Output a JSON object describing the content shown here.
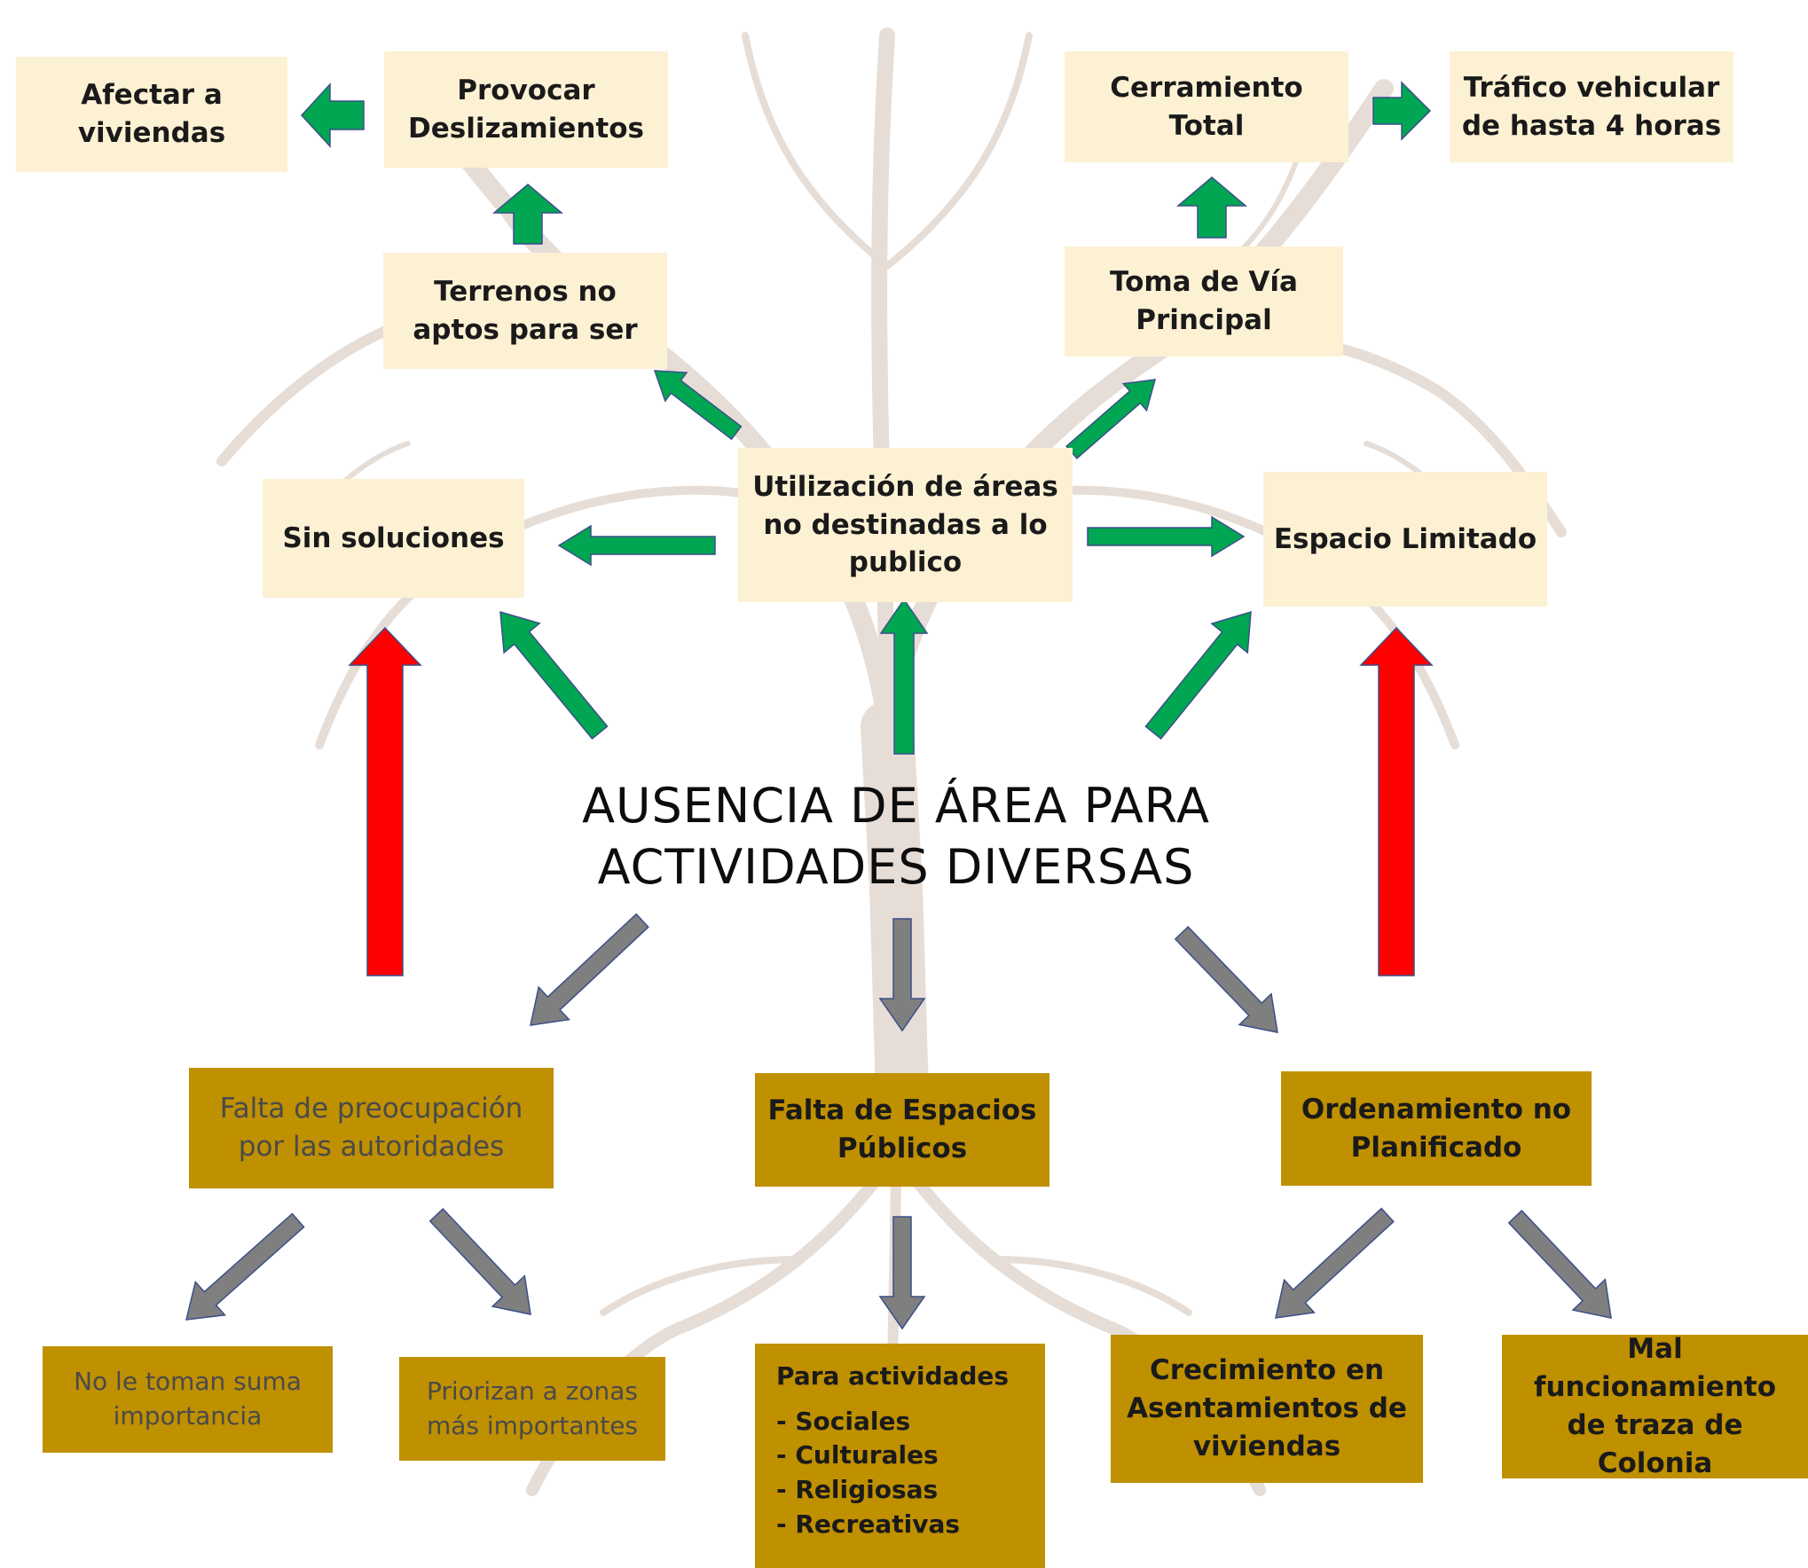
{
  "colors": {
    "effect_box": "#fdf1d4",
    "cause_box": "#bf9000",
    "green_arrow": "#00a651",
    "red_arrow": "#ff0000",
    "gray_arrow": "#7f7f7f"
  },
  "central_problem": [
    "AUSENCIA DE ÁREA PARA",
    "ACTIVIDADES DIVERSAS"
  ],
  "effects": {
    "afectar": "Afectar a viviendas",
    "deslizamientos": "Provocar Deslizamientos",
    "terrenos": "Terrenos no aptos para ser",
    "cerramiento": "Cerramiento Total",
    "trafico": "Tráfico vehicular de hasta 4 horas",
    "toma_via": "Toma de Vía Principal",
    "sin_soluciones": "Sin soluciones",
    "utilizacion": "Utilización de áreas no destinadas a lo publico",
    "espacio_limitado": "Espacio Limitado"
  },
  "causes": {
    "falta_preocupacion": "Falta de preocupación por las autoridades",
    "falta_espacios": "Falta de Espacios Públicos",
    "ordenamiento": "Ordenamiento no Planificado",
    "no_le_toman": "No le toman suma importancia",
    "priorizan": "Priorizan a zonas más importantes",
    "para_actividades": {
      "heading": "Para actividades",
      "items": [
        "- Sociales",
        "- Culturales",
        "- Religiosas",
        "- Recreativas"
      ]
    },
    "crecimiento": "Crecimiento en Asentamientos de viviendas",
    "mal_funcionamiento": "Mal funcionamiento de traza de Colonia"
  }
}
